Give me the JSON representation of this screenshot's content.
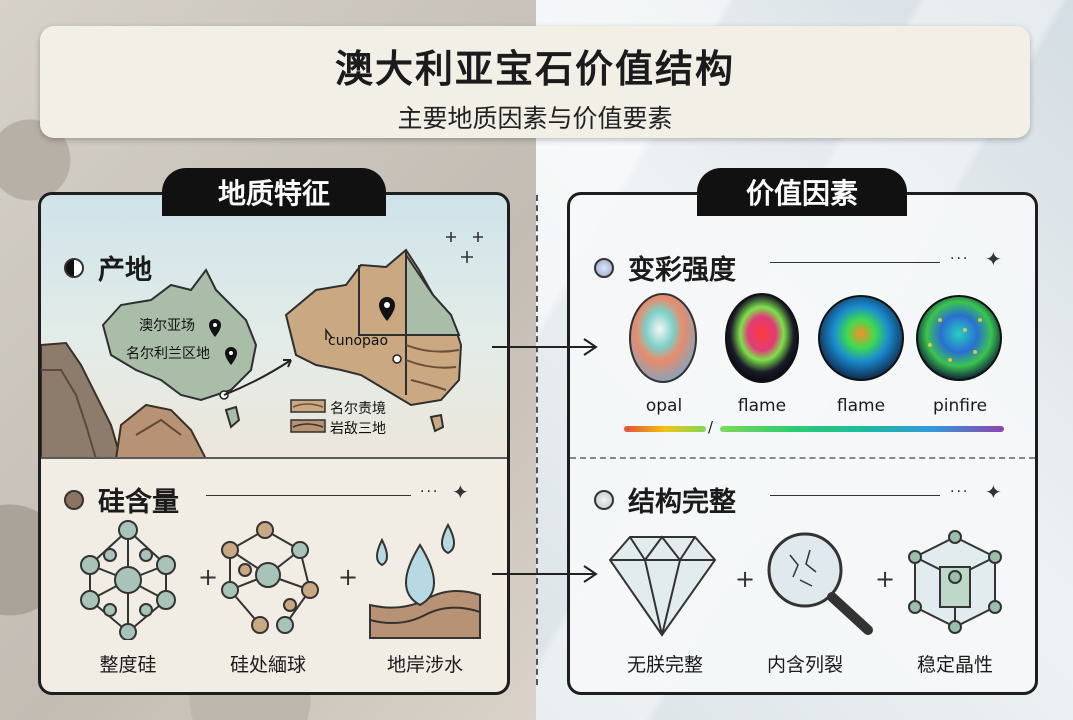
{
  "title": "澳大利亚宝石价值结构",
  "subtitle": "主要地质因素与价值要素",
  "left_panel": {
    "heading": "地质特征",
    "origin": {
      "title": "产地",
      "pins": [
        "澳尔亚场",
        "名尔利兰区地"
      ],
      "map_label": "cunopao",
      "legend": [
        "名尔责境",
        "岩敌三地"
      ]
    },
    "silica": {
      "title": "硅含量",
      "items": [
        "整度硅",
        "硅处緬球",
        "地岸涉水"
      ]
    }
  },
  "right_panel": {
    "heading": "价值因素",
    "play_of_color": {
      "title": "变彩强度",
      "opals": [
        "opal",
        "flame",
        "flame",
        "pinfire"
      ],
      "separator": "/"
    },
    "structure": {
      "title": "结构完整",
      "items": [
        "无朕完整",
        "内含列裂",
        "稳定晶性"
      ]
    }
  },
  "colors": {
    "panel_border": "#1e1e1e",
    "heading_bg": "#111111",
    "map_green": "#a9bda9",
    "map_tan": "#c9a882"
  }
}
